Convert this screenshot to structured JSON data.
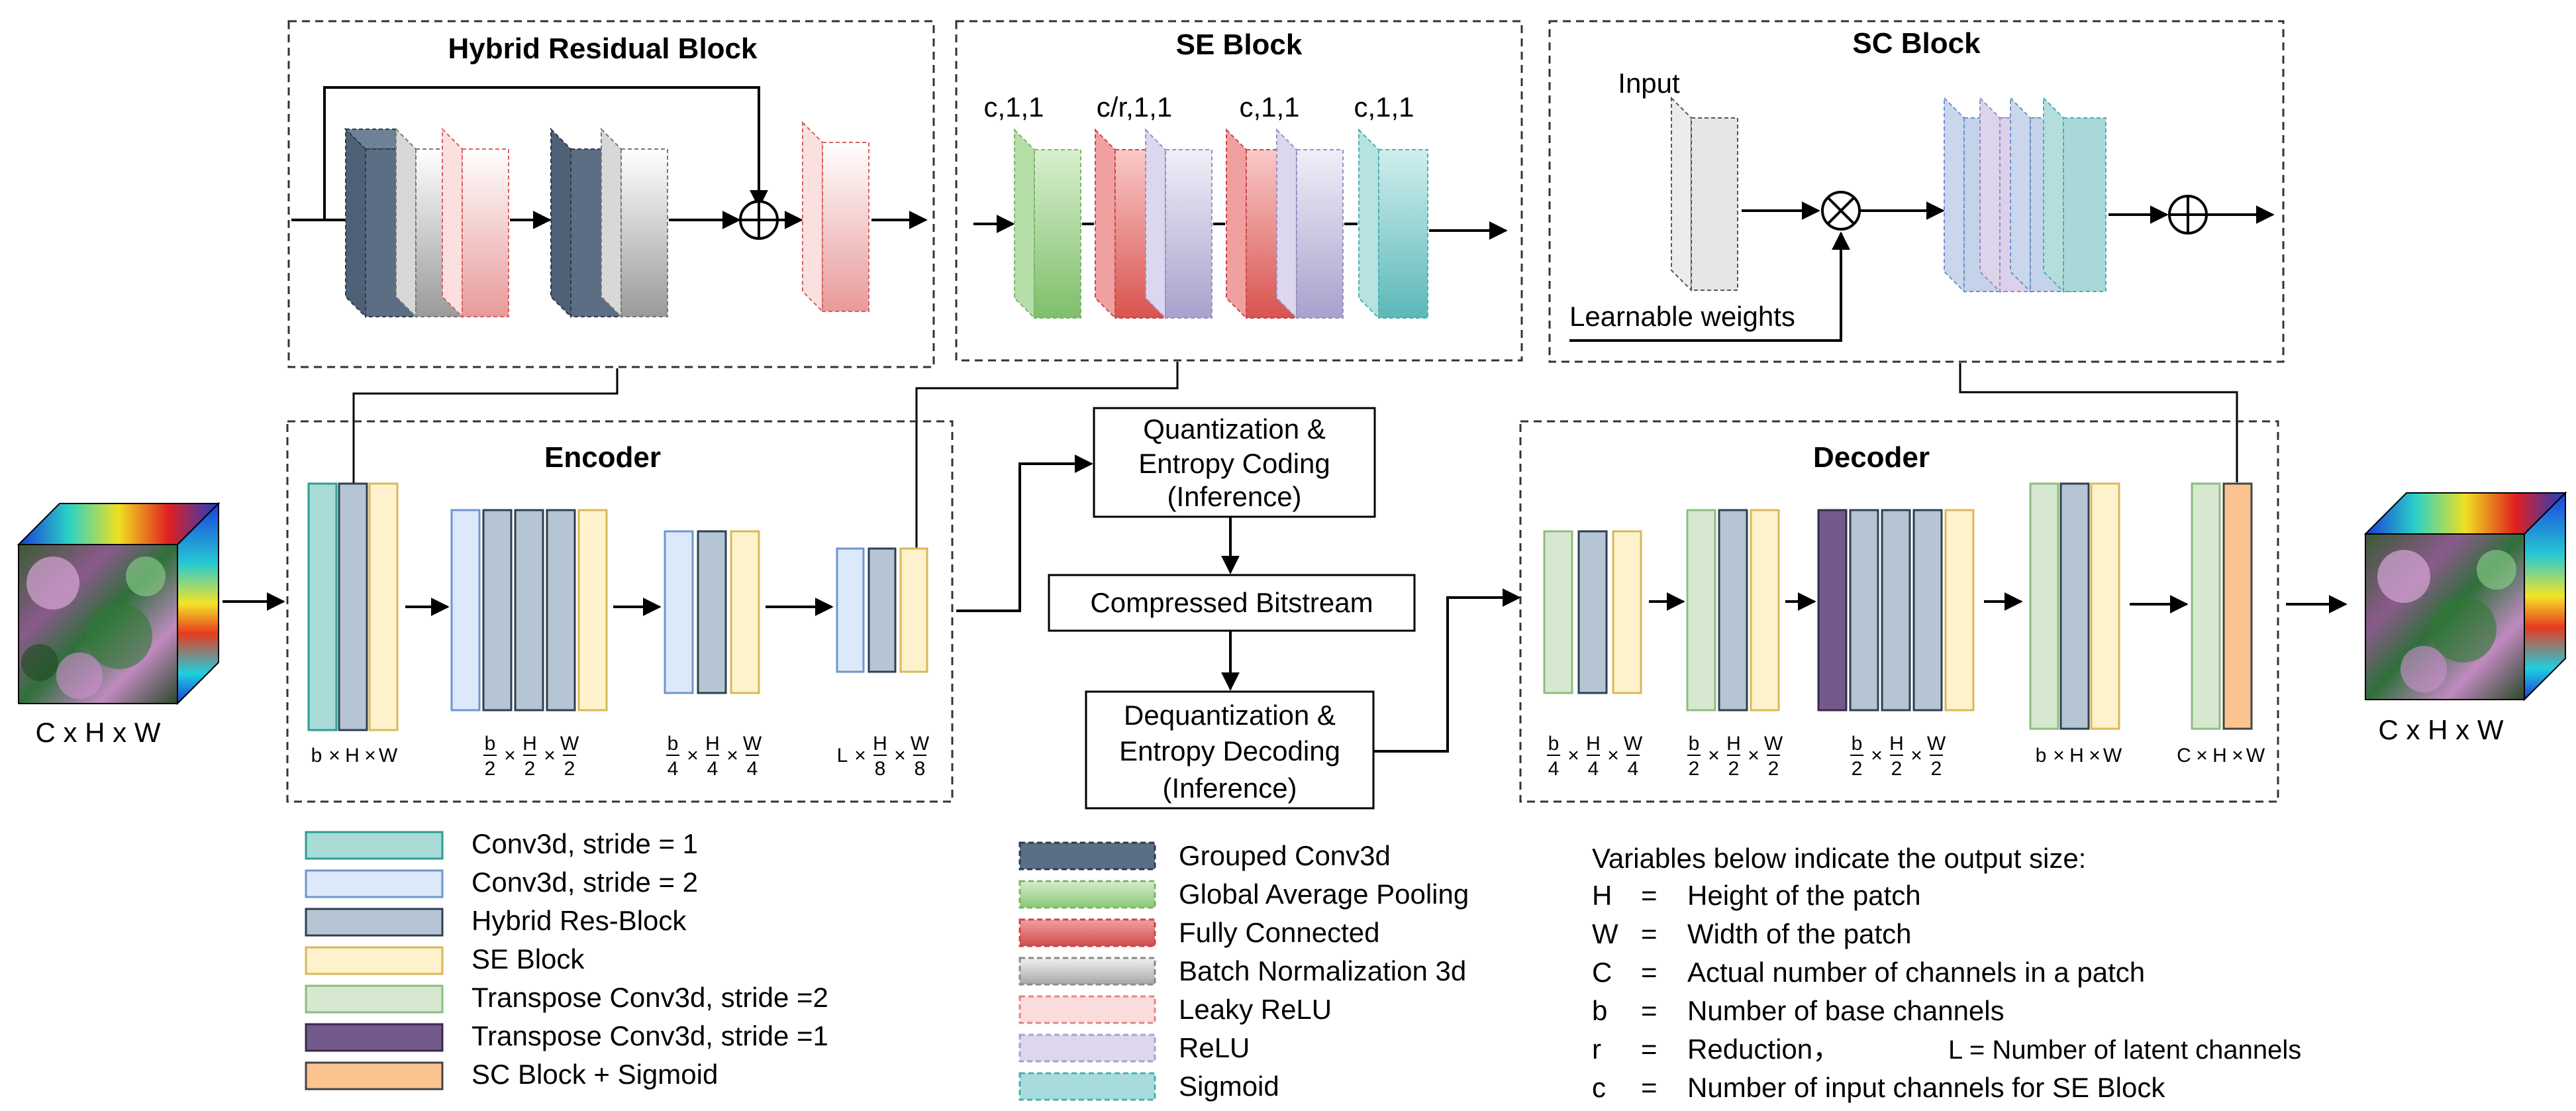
{
  "blocks": {
    "hybrid_residual": {
      "title": "Hybrid Residual  Block"
    },
    "se": {
      "title": "SE Block",
      "labels": [
        "c,1,1",
        "c/r,1,1",
        "c,1,1",
        "c,1,1"
      ]
    },
    "sc": {
      "title": "SC Block",
      "input_label": "Input",
      "weights_label": "Learnable weights"
    }
  },
  "encoder": {
    "title": "Encoder",
    "input_label": "C x H x W",
    "dims": [
      [
        "b",
        "×",
        "H",
        "×",
        "W"
      ],
      [
        "b/2",
        "×",
        "H/2",
        "×",
        "W/2"
      ],
      [
        "b/4",
        "×",
        "H/4",
        "×",
        "W/4"
      ],
      [
        "L",
        "×",
        "H/8",
        "×",
        "W/8"
      ]
    ]
  },
  "middle": {
    "quant": [
      "Quantization &",
      "Entropy Coding",
      "(Inference)"
    ],
    "bitstream": "Compressed Bitstream",
    "dequant": [
      "Dequantization &",
      "Entropy Decoding",
      "(Inference)"
    ]
  },
  "decoder": {
    "title": "Decoder",
    "output_label": "C x H x W",
    "dims": [
      [
        "b/4",
        "×",
        "H/4",
        "×",
        "W/4"
      ],
      [
        "b/2",
        "×",
        "H/2",
        "×",
        "W/2"
      ],
      [
        "b/2",
        "×",
        "H/2",
        "×",
        "W/2"
      ],
      [
        "b",
        "×",
        "H",
        "×",
        "W"
      ],
      [
        "C",
        "×",
        "H",
        "×",
        "W"
      ]
    ]
  },
  "legend_left": [
    {
      "label": "Conv3d, stride = 1",
      "fill": "#a9dcd6",
      "stroke": "#2e9d94"
    },
    {
      "label": "Conv3d, stride = 2",
      "fill": "#dce9fa",
      "stroke": "#6f95cf"
    },
    {
      "label": "Hybrid Res-Block",
      "fill": "#b5c5d3",
      "stroke": "#2e3f52"
    },
    {
      "label": "SE Block",
      "fill": "#fdf2cc",
      "stroke": "#d9b858"
    },
    {
      "label": "Transpose Conv3d, stride =2",
      "fill": "#d6e9d0",
      "stroke": "#8cbd7e"
    },
    {
      "label": "Transpose Conv3d, stride =1",
      "fill": "#735a8c",
      "stroke": "#3a2a4d"
    },
    {
      "label": "SC Block + Sigmoid",
      "fill": "#fbc38f",
      "stroke": "#444444"
    }
  ],
  "legend_mid": [
    {
      "label": "Grouped Conv3d",
      "fill": "#5a6e86",
      "stroke": "#2e3a48"
    },
    {
      "label": "Global Average Pooling",
      "fill": "#99cc88",
      "stroke": "#7bb56a"
    },
    {
      "label": "Fully Connected",
      "fill": "#e06666",
      "stroke": "#c84848"
    },
    {
      "label": "Batch Normalization 3d",
      "fill": "#c4c4c4",
      "stroke": "#8a8a8a"
    },
    {
      "label": "Leaky ReLU",
      "fill": "#f7cccc",
      "stroke": "#e08686"
    },
    {
      "label": "ReLU",
      "fill": "#d9d2e9",
      "stroke": "#a8a0c8"
    },
    {
      "label": "Sigmoid",
      "fill": "#a2dada",
      "stroke": "#4ab0b0"
    }
  ],
  "variables": {
    "heading": "Variables below indicate the output size:",
    "rows": [
      {
        "sym": "H",
        "eq": "=",
        "desc": "Height of the patch"
      },
      {
        "sym": "W",
        "eq": "=",
        "desc": "Width of the patch"
      },
      {
        "sym": "C",
        "eq": "=",
        "desc": "Actual number of channels in a patch"
      },
      {
        "sym": "b",
        "eq": "=",
        "desc": "Number of base channels"
      },
      {
        "sym": "r",
        "eq": "=",
        "desc": "Reduction，",
        "extra": "L = Number of latent channels"
      },
      {
        "sym": "c",
        "eq": "=",
        "desc": "Number of input channels for SE Block"
      }
    ]
  }
}
